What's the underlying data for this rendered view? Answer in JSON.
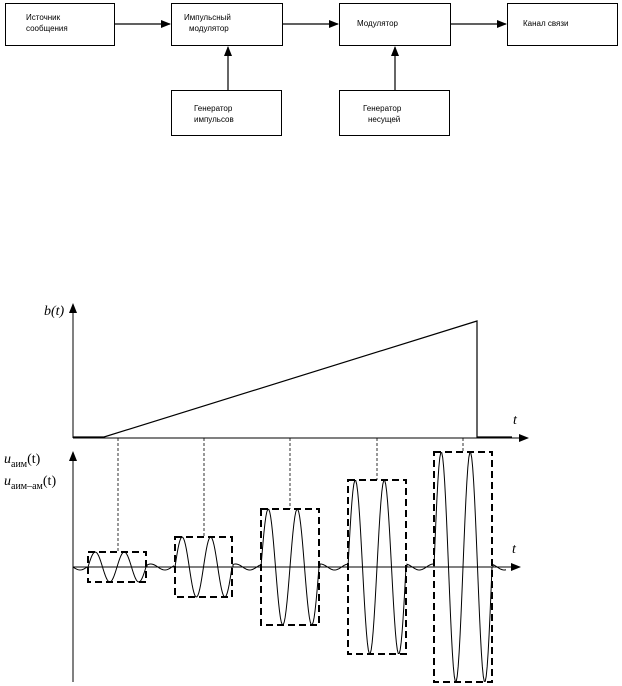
{
  "block_diagram": {
    "source": [
      "Источник",
      "сообщения"
    ],
    "pulse_modulator": [
      "Импульсный",
      "модулятор"
    ],
    "modulator": "Модулятор",
    "channel": "Канал связи",
    "pulse_generator": [
      "Генератор",
      "импульсов"
    ],
    "carrier_generator": [
      "Генератор",
      "несущей"
    ]
  },
  "waveform_plot": {
    "top_ylabel": "b(t)",
    "top_xlabel": "t",
    "bottom_ylabel_1": {
      "main": "u",
      "sub": "аим",
      "arg": "(t)"
    },
    "bottom_ylabel_2": {
      "main": "u",
      "sub": "аим–ам",
      "arg": "(t)"
    },
    "bottom_xlabel": "t"
  },
  "colors": {
    "line": "#000000",
    "background": "#ffffff"
  }
}
